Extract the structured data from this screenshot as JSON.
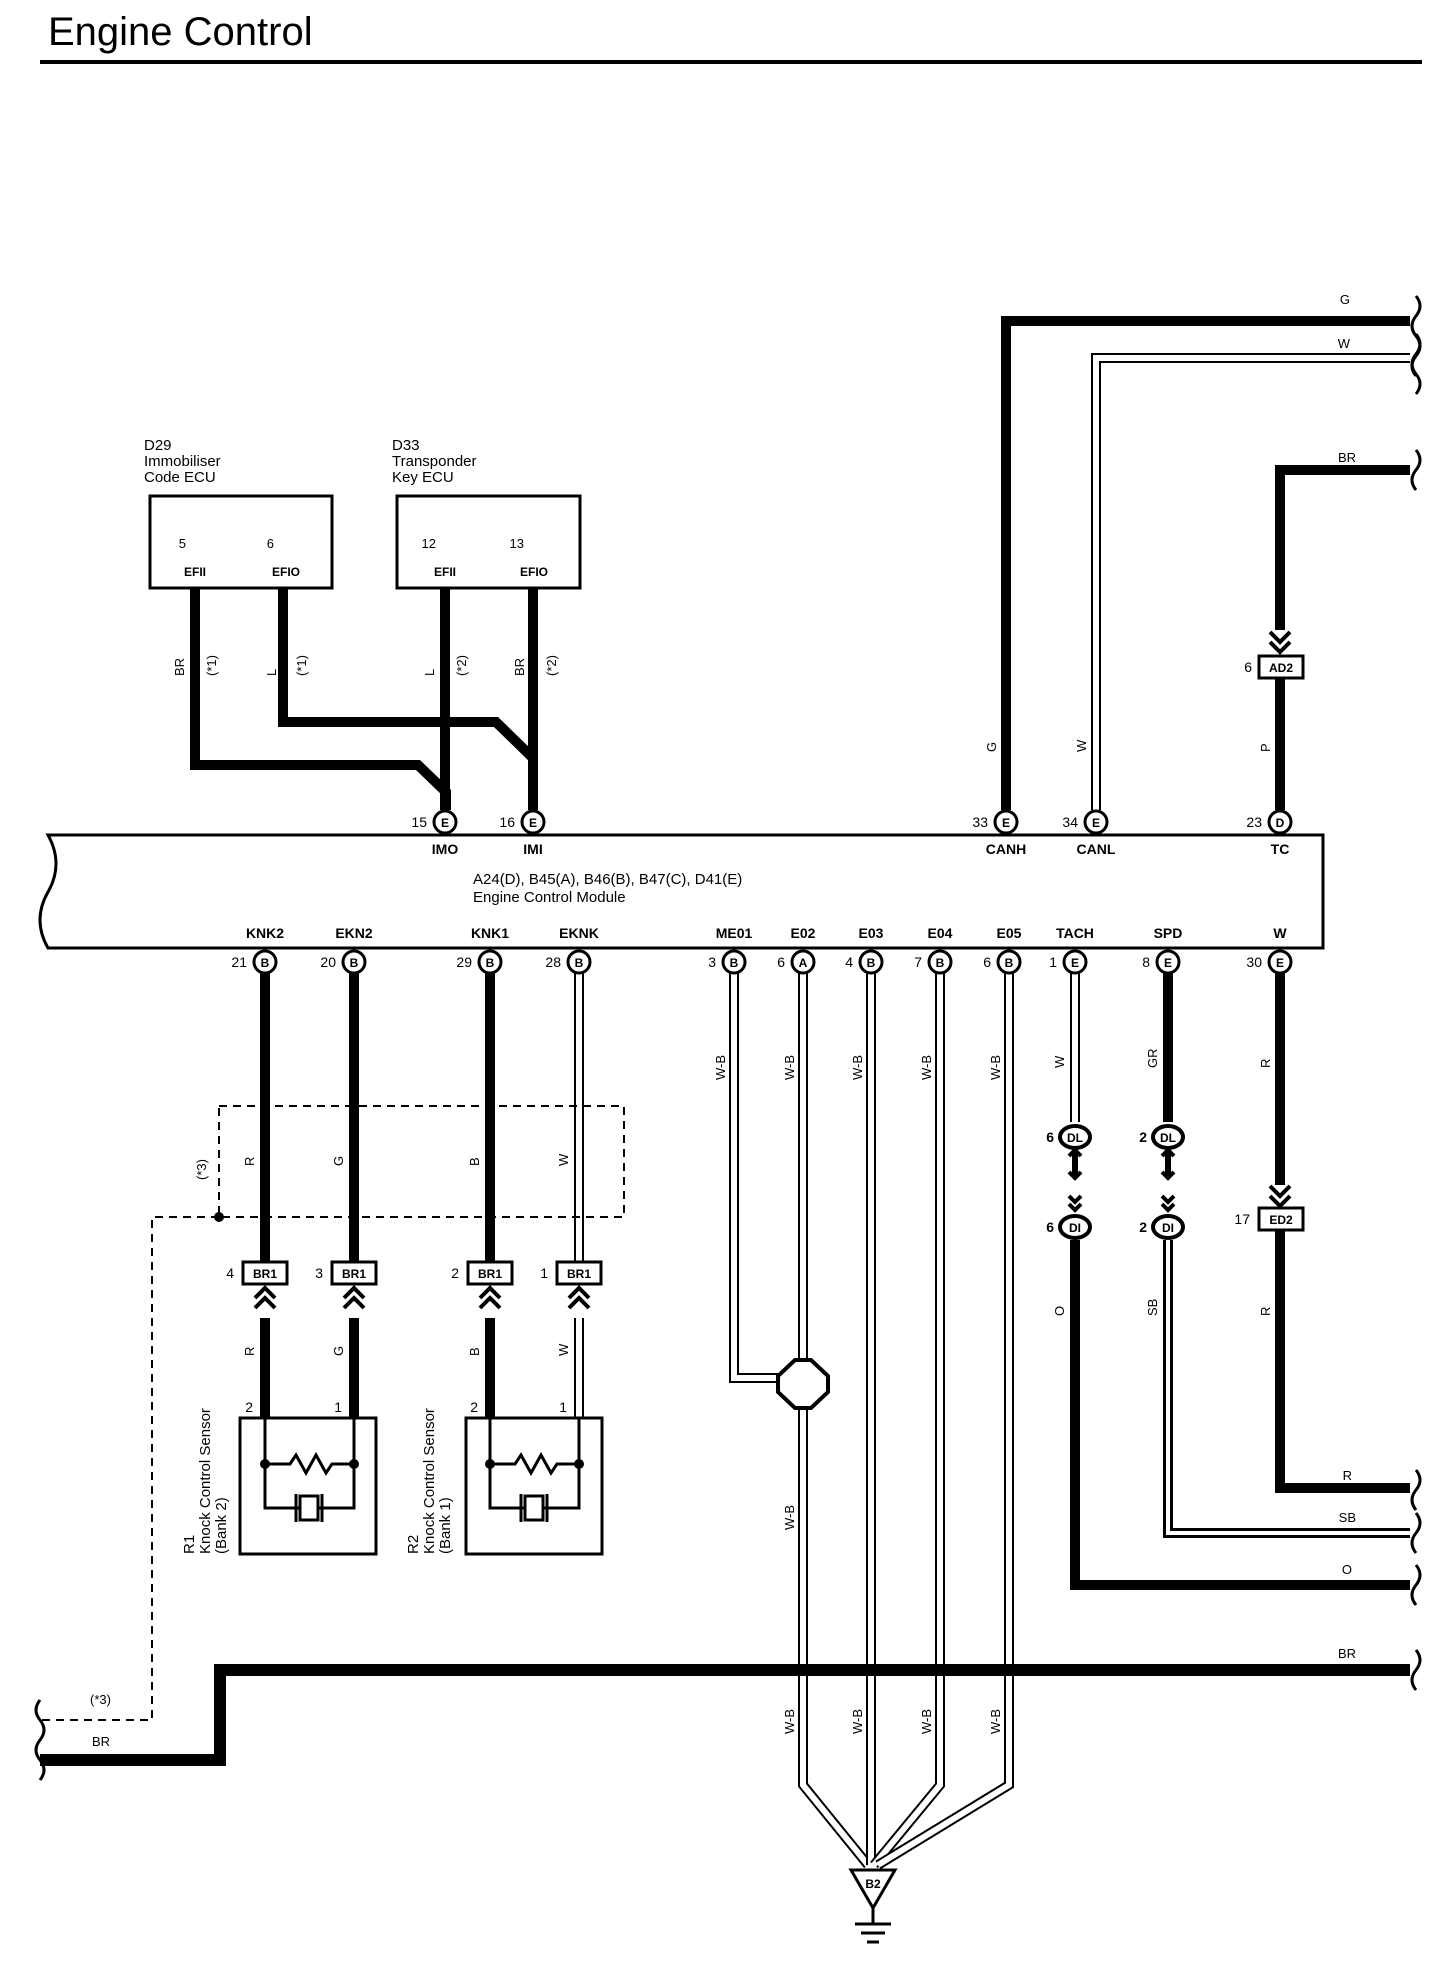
{
  "page": {
    "title": "Engine Control"
  },
  "components": {
    "d29": {
      "id": "D29",
      "line1": "Immobiliser",
      "line2": "Code ECU",
      "pins": [
        "EFII",
        "EFIO"
      ]
    },
    "d33": {
      "id": "D33",
      "line1": "Transponder",
      "line2": "Key ECU",
      "pins": [
        "EFII",
        "EFIO"
      ]
    },
    "ecm": {
      "line1": "A24(D), B45(A), B46(B), B47(C), D41(E)",
      "line2": "Engine Control Module",
      "top_pins": [
        {
          "label": "IMO",
          "num": "15",
          "conn": "E"
        },
        {
          "label": "IMI",
          "num": "16",
          "conn": "E"
        },
        {
          "label": "CANH",
          "num": "33",
          "conn": "E"
        },
        {
          "label": "CANL",
          "num": "34",
          "conn": "E"
        },
        {
          "label": "TC",
          "num": "23",
          "conn": "D"
        }
      ],
      "bottom_pins": [
        {
          "label": "KNK2",
          "num": "21",
          "conn": "B"
        },
        {
          "label": "EKN2",
          "num": "20",
          "conn": "B"
        },
        {
          "label": "KNK1",
          "num": "29",
          "conn": "B"
        },
        {
          "label": "EKNK",
          "num": "28",
          "conn": "B"
        },
        {
          "label": "ME01",
          "num": "3",
          "conn": "B"
        },
        {
          "label": "E02",
          "num": "6",
          "conn": "A"
        },
        {
          "label": "E03",
          "num": "4",
          "conn": "B"
        },
        {
          "label": "E04",
          "num": "7",
          "conn": "B"
        },
        {
          "label": "E05",
          "num": "6",
          "conn": "B"
        },
        {
          "label": "TACH",
          "num": "1",
          "conn": "E"
        },
        {
          "label": "SPD",
          "num": "8",
          "conn": "E"
        },
        {
          "label": "W",
          "num": "30",
          "conn": "E"
        }
      ]
    },
    "r1": {
      "id": "R1",
      "line1": "Knock Control Sensor",
      "line2": "(Bank 2)"
    },
    "r2": {
      "id": "R2",
      "line1": "Knock Control Sensor",
      "line2": "(Bank 1)"
    }
  },
  "wires": {
    "d29_pins": [
      "5",
      "6"
    ],
    "d33_pins": [
      "12",
      "13"
    ],
    "d29_colors": [
      "BR",
      "L"
    ],
    "d33_colors": [
      "L",
      "BR"
    ],
    "variants": [
      "(*1)",
      "(*1)",
      "(*2)",
      "(*2)"
    ],
    "can_colors": [
      "G",
      "W"
    ],
    "tc_color": "P",
    "right_ends": [
      "G",
      "W",
      "BR",
      "R",
      "SB",
      "O",
      "BR"
    ],
    "knock_upper": [
      "R",
      "G",
      "B",
      "W"
    ],
    "knock_lower": [
      "R",
      "G",
      "B",
      "W"
    ],
    "ground_colors": [
      "W-B",
      "W-B",
      "W-B",
      "W-B",
      "W-B",
      "W-B",
      "W-B",
      "W-B",
      "W-B"
    ],
    "tach_upper": "W",
    "tach_lower": "O",
    "spd_upper": "GR",
    "spd_lower": "SB",
    "wpin_upper": "R",
    "wpin_lower": "R",
    "shield_note": "(*3)",
    "left_note": "(*3)",
    "left_color": "BR"
  },
  "connectors": {
    "ad2": {
      "name": "AD2",
      "pin": "6"
    },
    "ed2": {
      "name": "ED2",
      "pin": "17"
    },
    "br1": {
      "name": "BR1",
      "pins": [
        "4",
        "3",
        "2",
        "1"
      ]
    },
    "sensor_pins": [
      "2",
      "1",
      "2",
      "1"
    ],
    "dl": {
      "name": "DL",
      "pins": [
        "6",
        "2"
      ]
    },
    "di": {
      "name": "DI",
      "pins": [
        "6",
        "2"
      ]
    },
    "ground": "B2"
  }
}
